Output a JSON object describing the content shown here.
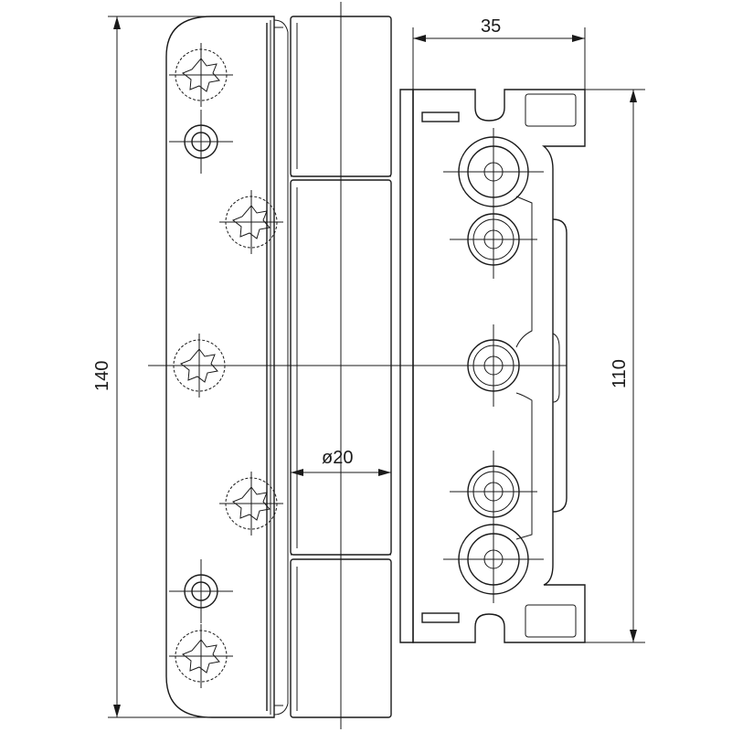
{
  "dimensions": {
    "overall_height": "140",
    "mounting_height": "110",
    "depth": "35",
    "knuckle_diameter": "ø20"
  },
  "colors": {
    "line": "#1a1a1a",
    "background": "#ffffff"
  }
}
